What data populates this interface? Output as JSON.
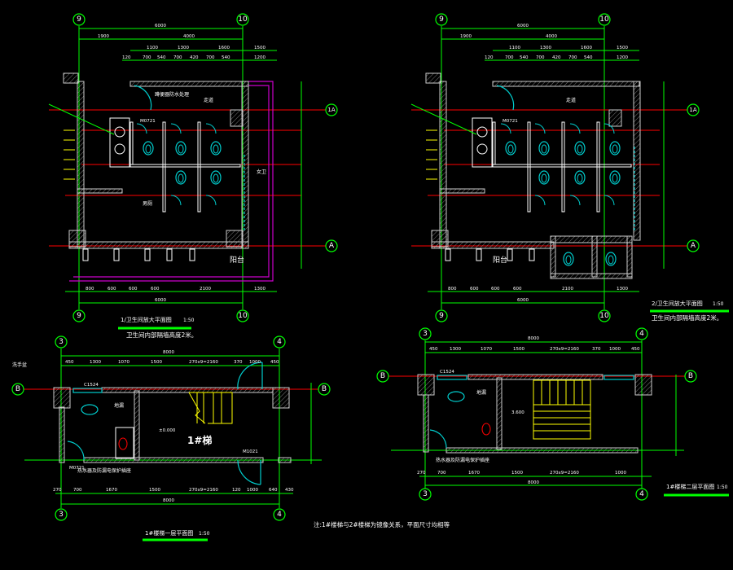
{
  "drawing_1": {
    "title": "1/卫生间放大平面图",
    "scale": "1:50",
    "note": "卫生间内部隔墙高度2米。",
    "axes": {
      "left": "9",
      "right": "10",
      "row_a": "A",
      "row_1a": "1A"
    },
    "dims_top": {
      "total": "6000",
      "row2": [
        "1900",
        "4000"
      ],
      "row3": [
        "1100",
        "1300",
        "1600",
        "1500"
      ],
      "row4": [
        "120",
        "700",
        "540",
        "700",
        "420",
        "700",
        "540",
        "1200"
      ]
    },
    "dims_bottom": {
      "parts": [
        "800",
        "600",
        "600",
        "600",
        "2100",
        "1300"
      ],
      "total": "6000"
    },
    "labels": {
      "room_a": "走道",
      "room_b": "男厕",
      "room_c": "阳台",
      "label_nv": "女卫",
      "note_leader": "蹲便器防水处理",
      "door": "M0721"
    }
  },
  "drawing_2": {
    "title": "2/卫生间放大平面图",
    "scale": "1:50",
    "note": "卫生间内部隔墙高度2米。",
    "axes": {
      "left": "9",
      "right": "10",
      "row_a": "A",
      "row_1a": "1A"
    },
    "dims_top": {
      "total": "6000",
      "row2": [
        "1900",
        "4000"
      ],
      "row3": [
        "1100",
        "1300",
        "1600",
        "1500"
      ],
      "row4": [
        "120",
        "700",
        "540",
        "700",
        "420",
        "700",
        "540",
        "1200"
      ]
    },
    "dims_bottom": {
      "parts": [
        "800",
        "600",
        "600",
        "600",
        "2100",
        "1300"
      ],
      "total": "6000"
    },
    "labels": {
      "room_a": "走道",
      "room_c": "阳台",
      "door": "M0721"
    }
  },
  "drawing_3": {
    "title": "1#楼梯一层平面图",
    "scale": "1:50",
    "stair_label": "1#梯",
    "axes": {
      "left": "3",
      "right": "4",
      "row_b": "B"
    },
    "dims_top": {
      "total": "8000",
      "parts": [
        "450",
        "1300",
        "1070",
        "1500",
        "270x9=2160",
        "370",
        "1000",
        "450"
      ]
    },
    "dims_bottom": {
      "parts": [
        "270",
        "700",
        "1670",
        "1500",
        "270x9=2160",
        "120",
        "1000",
        "640",
        "430"
      ],
      "total": "8000"
    },
    "labels": {
      "window": "C1524",
      "door_1": "M0721",
      "door_2": "M1021",
      "basin": "地漏",
      "note_leader": "洗手盆",
      "heater": "热水器及防漏电保护插座",
      "elev": "±0.000"
    }
  },
  "drawing_4": {
    "title": "1#楼梯二层平面图",
    "scale": "1:50",
    "axes": {
      "left": "3",
      "right": "4",
      "row_b": "B"
    },
    "dims_top": {
      "total": "8000",
      "parts": [
        "450",
        "1300",
        "1070",
        "1500",
        "270x9=2160",
        "370",
        "1000",
        "450"
      ]
    },
    "dims_bottom": {
      "parts": [
        "270",
        "700",
        "1670",
        "1500",
        "270x9=2160",
        "1000"
      ],
      "total": "8000"
    },
    "labels": {
      "window": "C1524",
      "basin": "地漏",
      "elev": "3.600",
      "heater": "热水器及防漏电保护插座"
    }
  },
  "footnote": "注:1#楼梯与2#楼梯为镜像关系，平面尺寸均相等"
}
